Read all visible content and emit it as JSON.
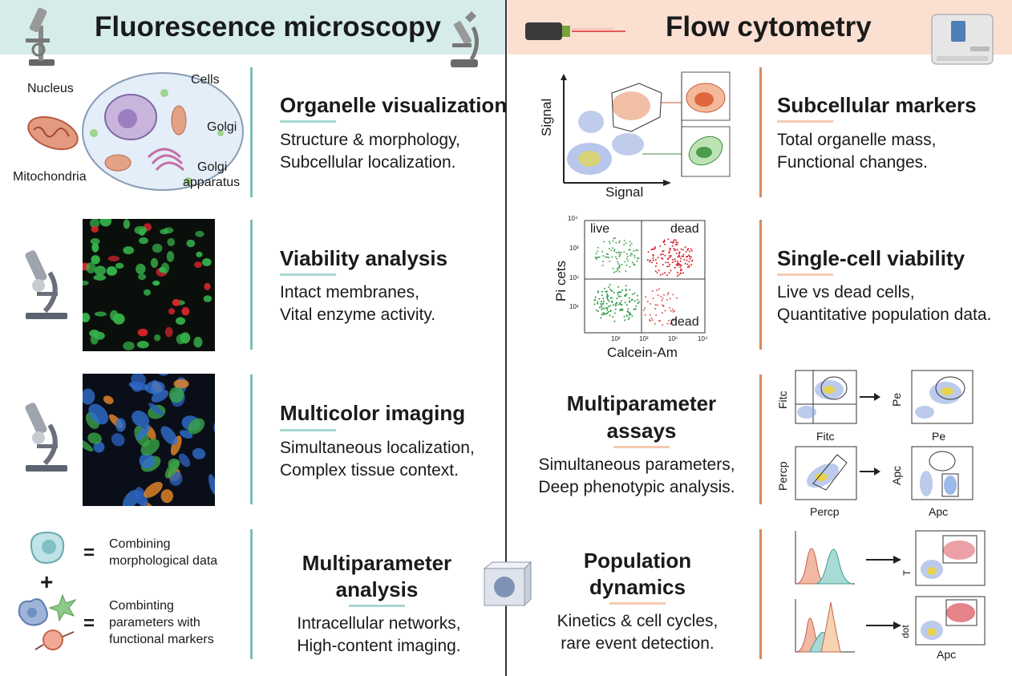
{
  "left": {
    "header": "Fluorescence microscopy",
    "cell_labels": {
      "nucleus": "Nucleus",
      "cells": "Cells",
      "golgi": "Golgi",
      "mitochondria": "Mitochondria",
      "golgi_apparatus_1": "Golgi",
      "golgi_apparatus_2": "apparatus"
    },
    "sections": [
      {
        "title": "Organelle visualization",
        "line1": "Structure & morphology,",
        "line2": "Subcellular localization."
      },
      {
        "title": "Viability analysis",
        "line1": "Intact membranes,",
        "line2": "Vital enzyme activity."
      },
      {
        "title": "Multicolor imaging",
        "line1": "Simultaneous localization,",
        "line2": "Complex tissue context."
      },
      {
        "title1": "Multiparameter",
        "title2": "analysis",
        "line1": "Intracellular networks,",
        "line2": "High-content imaging."
      }
    ],
    "combine": {
      "eq": "=",
      "plus": "+",
      "a1": "Combining",
      "a2": "morphological data",
      "b1": "Combinting",
      "b2": "parameters with",
      "b3": "functional markers"
    }
  },
  "right": {
    "header": "Flow cytometry",
    "scatter": {
      "xlabel": "Signal",
      "ylabel": "Signal"
    },
    "viability_plot": {
      "live": "live",
      "dead_top": "dead",
      "dead_bottom": "dead",
      "ylabel": "Pi cets",
      "xlabel": "Calcein-Am",
      "ticks_y": [
        "10⁴",
        "10³",
        "10⁵",
        "10¹"
      ],
      "ticks_x": [
        "10²",
        "10³",
        "10⁵",
        "10⁴"
      ]
    },
    "sections": [
      {
        "title": "Subcellular markers",
        "line1": "Total organelle mass,",
        "line2": "Functional changes."
      },
      {
        "title": "Single-cell viability",
        "line1": "Live vs dead cells,",
        "line2": "Quantitative population data."
      },
      {
        "title1": "Multiparameter",
        "title2": "assays",
        "line1": "Simultaneous parameters,",
        "line2": "Deep phenotypic analysis."
      },
      {
        "title1": "Population",
        "title2": "dynamics",
        "line1": "Kinetics & cell cycles,",
        "line2": "rare event detection."
      }
    ],
    "gating": {
      "fitc_y": "Fitc",
      "fitc_x": "Fitc",
      "pe_y": "Pe",
      "pe_x": "Pe",
      "percp_y": "Percp",
      "percp_x": "Percp",
      "apc_y": "Apc",
      "apc_x": "Apc"
    },
    "dynamics": {
      "t_label": "T",
      "dot_label": "dot",
      "apc_label": "Apc"
    }
  },
  "colors": {
    "teal": "#7cbdb6",
    "orange": "#d68b5b",
    "header_left": "#d6ecea",
    "header_right": "#fbe0d2"
  }
}
